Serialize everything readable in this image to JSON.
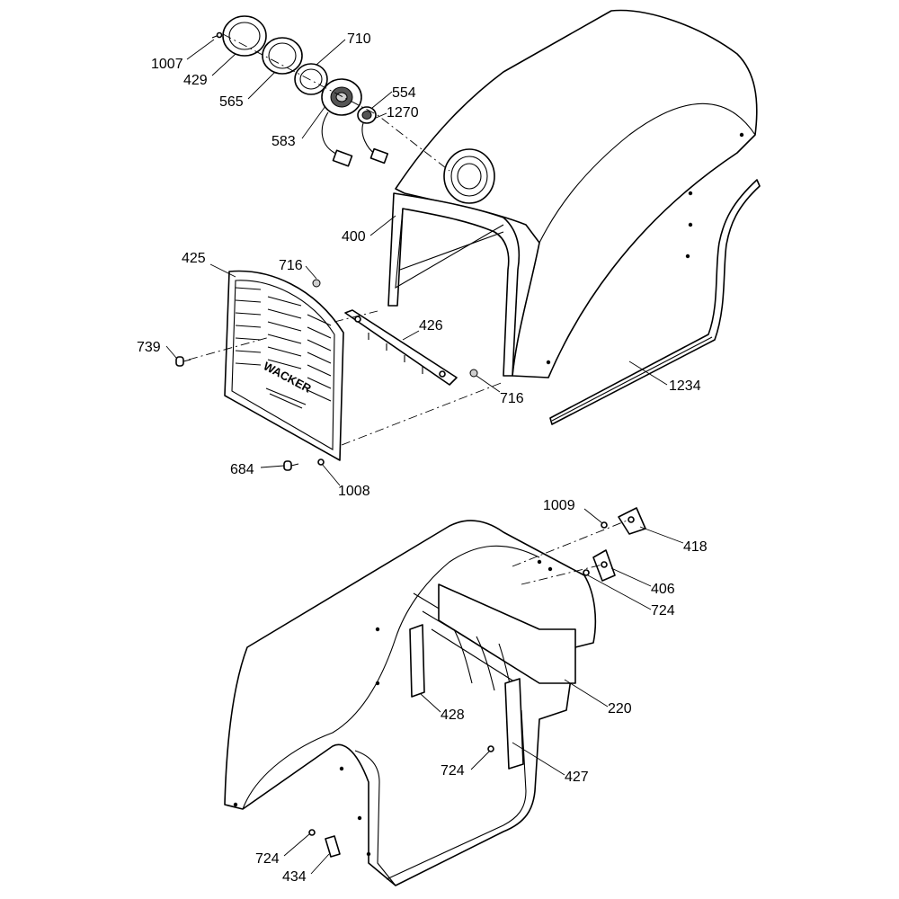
{
  "diagram": {
    "labels": {
      "p1007": "1007",
      "p429": "429",
      "p565": "565",
      "p710": "710",
      "p554": "554",
      "p1270": "1270",
      "p583": "583",
      "p400": "400",
      "p425": "425",
      "p716a": "716",
      "p426": "426",
      "p739": "739",
      "p716b": "716",
      "p1234": "1234",
      "p684": "684",
      "p1008": "1008",
      "p1009": "1009",
      "p418": "418",
      "p406": "406",
      "p724a": "724",
      "p220": "220",
      "p428": "428",
      "p724b": "724",
      "p427": "427",
      "p724c": "724",
      "p434": "434"
    },
    "logo_text": "WACKER"
  }
}
